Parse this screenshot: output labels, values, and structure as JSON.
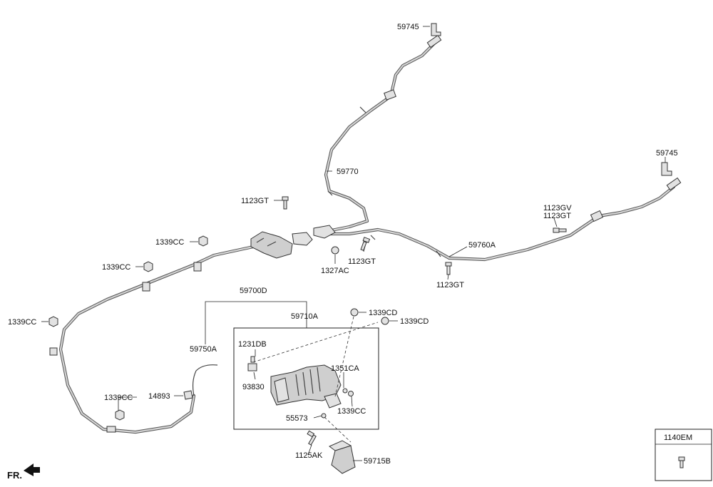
{
  "labels": {
    "clip_top": "59745",
    "clip_right": "59745",
    "cable_upper": "59770",
    "bolt_top": "1123GT",
    "bolt_gv": "1123GV",
    "bolt_gv_gt": "1123GT",
    "cable_right": "59760A",
    "bolt_mid": "1123GT",
    "bolt_right": "1123GT",
    "nut_1327": "1327AC",
    "nut_cc1": "1339CC",
    "nut_cc2": "1339CC",
    "nut_cc3": "1339CC",
    "nut_cc4": "1339CC",
    "assy": "59700D",
    "module": "59710A",
    "cable_front": "59750A",
    "nut_cd1": "1339CD",
    "nut_cd2": "1339CD",
    "screw_1231": "1231DB",
    "sensor": "93830",
    "bracket_1351": "1351CA",
    "nut_cc_box": "1339CC",
    "bolt_55573": "55573",
    "clip_14893": "14893",
    "bolt_1125": "1125AK",
    "cover": "59715B",
    "legend_code": "1140EM",
    "front_marker": "FR."
  }
}
